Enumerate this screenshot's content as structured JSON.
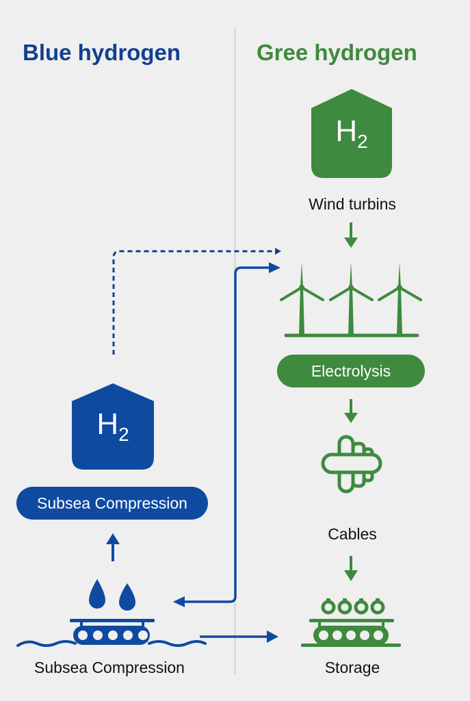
{
  "colors": {
    "blue": "#0f4aa1",
    "dark_blue": "#12408f",
    "green": "#3e8a3e",
    "background": "#efefef",
    "divider": "#dcdcdc"
  },
  "blue_side": {
    "title": "Blue hydrogen",
    "h2_tank": {
      "symbol": "H",
      "subscript": "2",
      "icon": "h2-tank-icon"
    },
    "compression_pill": "Subsea Compression",
    "bottom_label": "Subsea Compression",
    "icons": [
      "up-arrow-icon",
      "water-drops-icon",
      "subsea-platform-icon",
      "waves-icon"
    ]
  },
  "green_side": {
    "title": "Gree hydrogen",
    "h2_tank": {
      "symbol": "H",
      "subscript": "2",
      "icon": "h2-tank-icon"
    },
    "wind_label": "Wind turbins",
    "electrolysis_pill": "Electrolysis",
    "cables_label": "Cables",
    "storage_label": "Storage",
    "icons": [
      "wind-turbines-icon",
      "cables-icon",
      "storage-platform-icon",
      "down-arrow-icon"
    ]
  },
  "connectors": [
    {
      "from": "blue-h2-tank",
      "to": "wind-turbines",
      "style": "dashed"
    },
    {
      "from": "wind-turbines-junction",
      "to": "subsea-platform",
      "style": "solid"
    },
    {
      "from": "subsea-platform",
      "to": "storage",
      "style": "solid"
    }
  ]
}
